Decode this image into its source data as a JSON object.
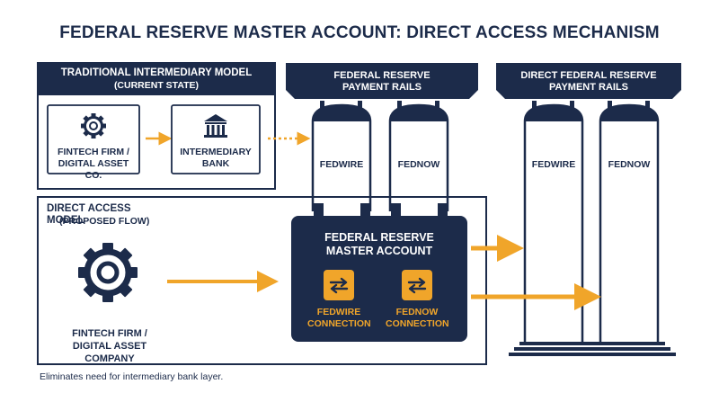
{
  "title": "FEDERAL RESERVE MASTER ACCOUNT: DIRECT ACCESS MECHANISM",
  "traditional_model": {
    "heading": "TRADITIONAL INTERMEDIARY MODEL",
    "subheading": "(CURRENT STATE)",
    "fintech_label": "FINTECH FIRM / DIGITAL ASSET CO.",
    "bank_label": "INTERMEDIARY BANK"
  },
  "direct_model": {
    "heading": "DIRECT ACCESS MODEL",
    "subheading": "(PROPOSED FLOW)",
    "fintech_label": "FINTECH FIRM / DIGITAL ASSET COMPANY"
  },
  "master_account": {
    "title": "FEDERAL RESERVE MASTER ACCOUNT",
    "fedwire_connection": "FEDWIRE CONNECTION",
    "fednow_connection": "FEDNOW CONNECTION"
  },
  "payment_rails": {
    "title": "FEDERAL RESERVE PAYMENT RAILS",
    "fedwire": "FEDWIRE",
    "fednow": "FEDNOW"
  },
  "direct_rails": {
    "title": "DIRECT FEDERAL RESERVE PAYMENT RAILS",
    "fedwire": "FEDWIRE",
    "fednow": "FEDNOW"
  },
  "footnote": "Eliminates need for intermediary bank layer.",
  "colors": {
    "navy": "#1c2b4a",
    "gold": "#f0a52a",
    "white": "#ffffff"
  },
  "icons": [
    "gear-icon",
    "bank-icon",
    "transfer-icon"
  ]
}
